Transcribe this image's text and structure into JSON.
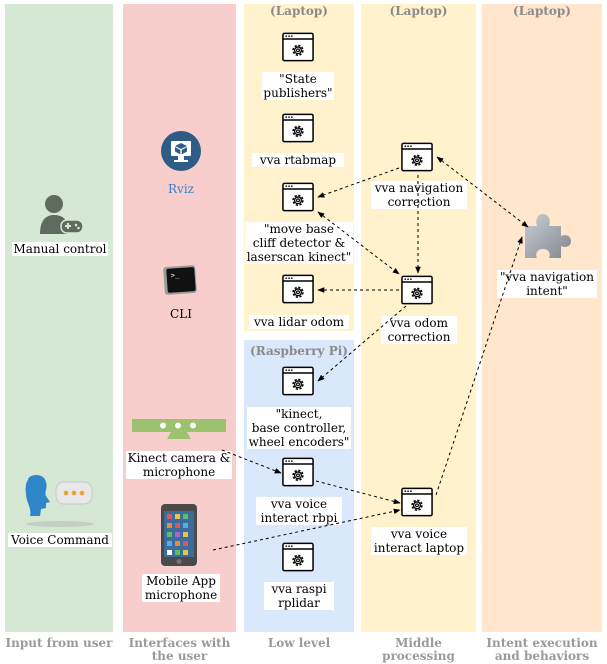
{
  "columns": {
    "input": "Input from user",
    "interfaces": "Interfaces with\nthe user",
    "low": "Low level",
    "middle": "Middle\nprocessing",
    "intent": "Intent execution\nand behaviors"
  },
  "headers": {
    "low_laptop": "(Laptop)",
    "middle_laptop": "(Laptop)",
    "intent_laptop": "(Laptop)",
    "raspberry": "(Raspberry Pi)"
  },
  "inputs": {
    "manual": "Manual control",
    "voice": "Voice Command"
  },
  "interfaces": {
    "rviz": "Rviz",
    "cli": "CLI",
    "kinect": "Kinect camera &\nmicrophone",
    "mobile": "Mobile App\nmicrophone"
  },
  "nodes": {
    "state_publishers": "\"State\npublishers\"",
    "rtabmap": "vva rtabmap",
    "move_base": "\"move base\ncliff detector &\nlaserscan kinect\"",
    "lidar_odom": "vva lidar odom",
    "kinect_base": "\"kinect,\nbase controller,\nwheel encoders\"",
    "voice_rbpi": "vva voice\ninteract rbpi",
    "raspi_rplidar": "vva raspi\nrplidar",
    "nav_correction": "vva navigation\ncorrection",
    "odom_correction": "vva odom\ncorrection",
    "voice_laptop": "vva voice\ninteract laptop",
    "nav_intent": "\"vva navigation\nintent\""
  },
  "colors": {
    "input_lane": "#d5e8d4",
    "interfaces_lane": "#f8cecc",
    "laptop_lane": "#fff2cc",
    "rpi_lane": "#dae8fc",
    "intent_lane": "#ffe6cc",
    "rviz_text": "#3b7fc4"
  }
}
